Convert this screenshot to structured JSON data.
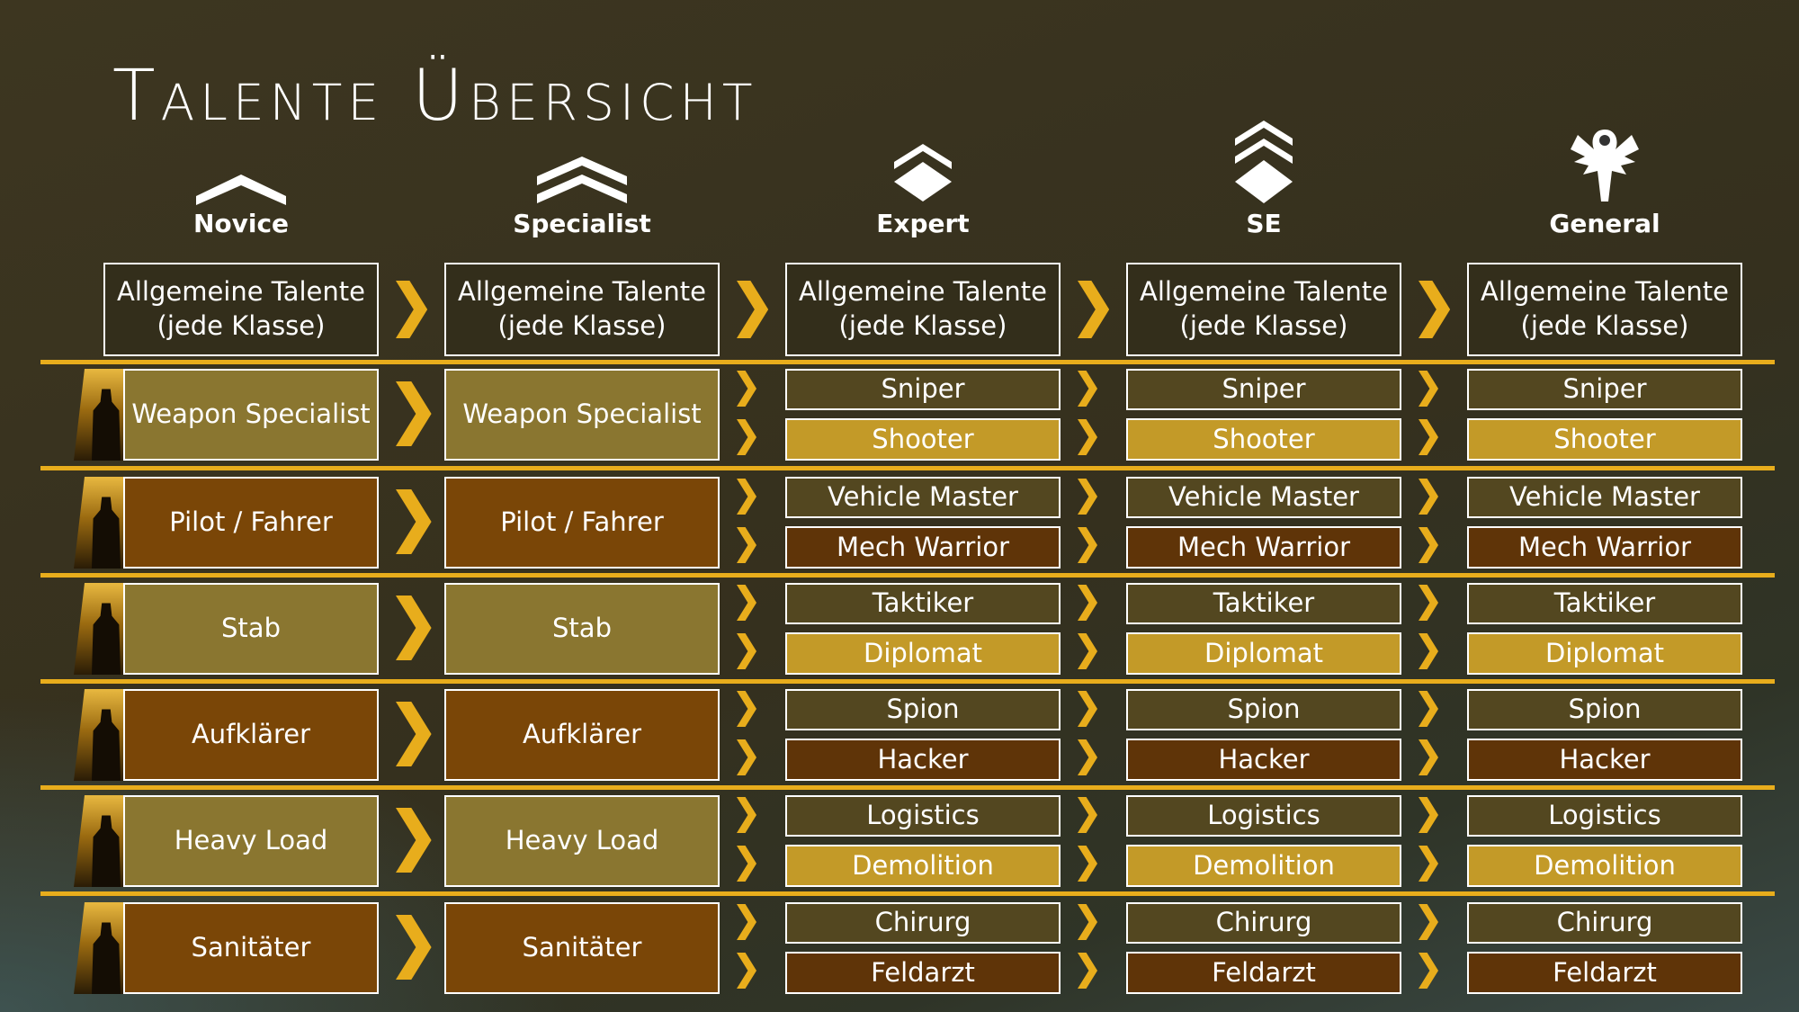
{
  "title": "Talente Übersicht",
  "ranks": [
    {
      "label": "Novice",
      "icon": "single-chevron-icon"
    },
    {
      "label": "Specialist",
      "icon": "double-chevron-icon"
    },
    {
      "label": "Expert",
      "icon": "chevron-diamond-icon"
    },
    {
      "label": "SE",
      "icon": "triple-chevron-diamond-icon"
    },
    {
      "label": "General",
      "icon": "winged-emblem-icon"
    }
  ],
  "general_talents": "Allgemeine Talente (jede Klasse)",
  "classes": [
    {
      "name": "Weapon Specialist",
      "specialist": "Weapon Specialist",
      "branches": [
        "Sniper",
        "Shooter"
      ]
    },
    {
      "name": "Pilot / Fahrer",
      "specialist": "Pilot / Fahrer",
      "branches": [
        "Vehicle Master",
        "Mech Warrior"
      ]
    },
    {
      "name": "Stab",
      "specialist": "Stab",
      "branches": [
        "Taktiker",
        "Diplomat"
      ]
    },
    {
      "name": "Aufklärer",
      "specialist": "Aufklärer",
      "branches": [
        "Spion",
        "Hacker"
      ]
    },
    {
      "name": "Heavy Load",
      "specialist": "Heavy Load",
      "branches": [
        "Logistics",
        "Demolition"
      ]
    },
    {
      "name": "Sanitäter",
      "specialist": "Sanitäter",
      "branches": [
        "Chirurg",
        "Feldarzt"
      ]
    }
  ],
  "colors": {
    "accent": "#e8ad1c",
    "olive": "#8a7630",
    "brown": "#7a4607",
    "gold": "#c39a28",
    "border": "#ffffff"
  }
}
